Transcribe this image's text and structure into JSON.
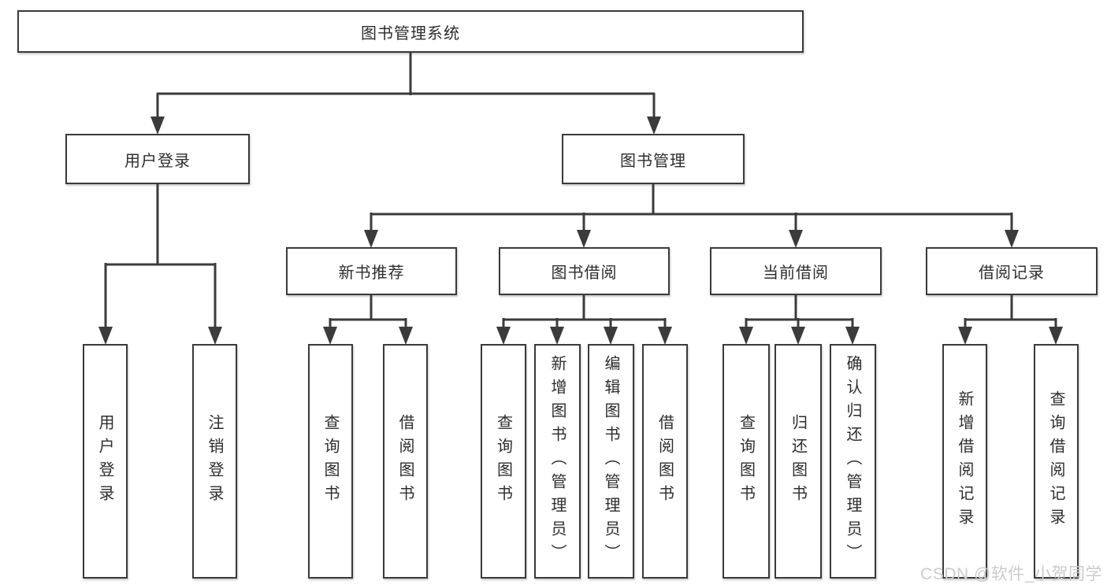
{
  "diagram": {
    "root": {
      "label": "图书管理系统"
    },
    "branches": [
      {
        "label": "用户登录",
        "children": [
          {
            "label": "用户登录"
          },
          {
            "label": "注销登录"
          }
        ]
      },
      {
        "label": "图书管理",
        "modules": [
          {
            "label": "新书推荐",
            "children": [
              {
                "label": "查询图书"
              },
              {
                "label": "借阅图书"
              }
            ]
          },
          {
            "label": "图书借阅",
            "children": [
              {
                "label": "查询图书"
              },
              {
                "label": "新增图书（管理员）"
              },
              {
                "label": "编辑图书（管理员）"
              },
              {
                "label": "借阅图书"
              }
            ]
          },
          {
            "label": "当前借阅",
            "children": [
              {
                "label": "查询图书"
              },
              {
                "label": "归还图书"
              },
              {
                "label": "确认归还（管理员）"
              }
            ]
          },
          {
            "label": "借阅记录",
            "children": [
              {
                "label": "新增借阅记录"
              },
              {
                "label": "查询借阅记录"
              }
            ]
          }
        ]
      }
    ]
  },
  "watermark": {
    "text": "CSDN @软件_小贺同学"
  },
  "colors": {
    "line": "#3b3b3b",
    "box_border": "#3a3a3a",
    "box_fill": "#ffffff",
    "text": "#2d2d2d",
    "watermark": "#cbcbcb",
    "background": "#ffffff"
  }
}
